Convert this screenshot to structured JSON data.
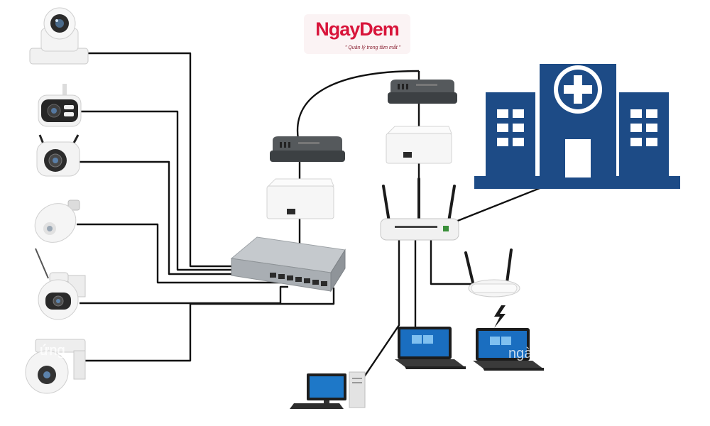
{
  "brand": {
    "name": "NgayDem",
    "slogan": "\" Quản lý trong tầm mắt \"",
    "color": "#d8143a"
  },
  "watermark": {
    "left": "ứng",
    "right": "ngày"
  },
  "colors": {
    "hospital": "#1d4b86",
    "cable": "#111111",
    "device_body": "#f2f2f2",
    "device_dark": "#3f4346"
  },
  "devices": {
    "cameras": [
      "ptz-dome-camera",
      "bullet-camera",
      "bullet-camera",
      "bulb-camera",
      "speed-dome-camera",
      "dome-camera"
    ],
    "network": [
      "modem",
      "modem",
      "media-converter",
      "media-converter",
      "poe-switch",
      "wifi-router",
      "wifi-router"
    ],
    "endpoints": [
      "desktop-computer",
      "laptop",
      "laptop"
    ],
    "building": "hospital-icon",
    "wireless": "lightning-icon"
  }
}
